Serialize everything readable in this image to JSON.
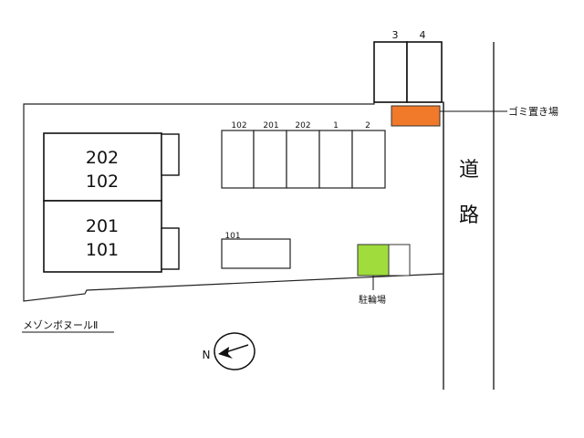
{
  "lot": {
    "units": [
      {
        "top": "202",
        "bottom": "102"
      },
      {
        "top": "201",
        "bottom": "101"
      }
    ]
  },
  "parking": {
    "labels": [
      "102",
      "201",
      "202",
      "1",
      "2"
    ],
    "top_spaces": [
      "3",
      "4"
    ],
    "single_label": "101"
  },
  "road": {
    "chars": [
      "道",
      "路"
    ]
  },
  "garbage": {
    "label": "ゴミ置き場",
    "color": "#f07a2a"
  },
  "bicycle": {
    "label": "駐輪場",
    "color": "#9fdc3c"
  },
  "property_name": "メゾンボヌールⅡ",
  "compass": {
    "north_label": "N"
  }
}
